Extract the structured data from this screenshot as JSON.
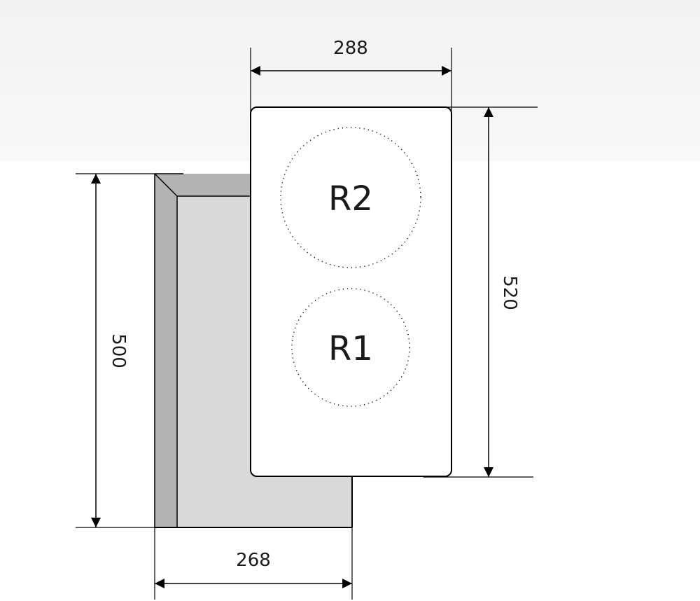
{
  "dimensions": {
    "hob_width": "288",
    "hob_depth": "520",
    "cutout_width": "268",
    "cutout_depth": "500"
  },
  "zones": {
    "rear": "R2",
    "front": "R1"
  },
  "colors": {
    "cutout_face": "#d9d9d9",
    "cutout_wall": "#b3b3b3",
    "hob_surface": "#ffffff",
    "line": "#000000",
    "background_band": "#f4f4f4"
  }
}
